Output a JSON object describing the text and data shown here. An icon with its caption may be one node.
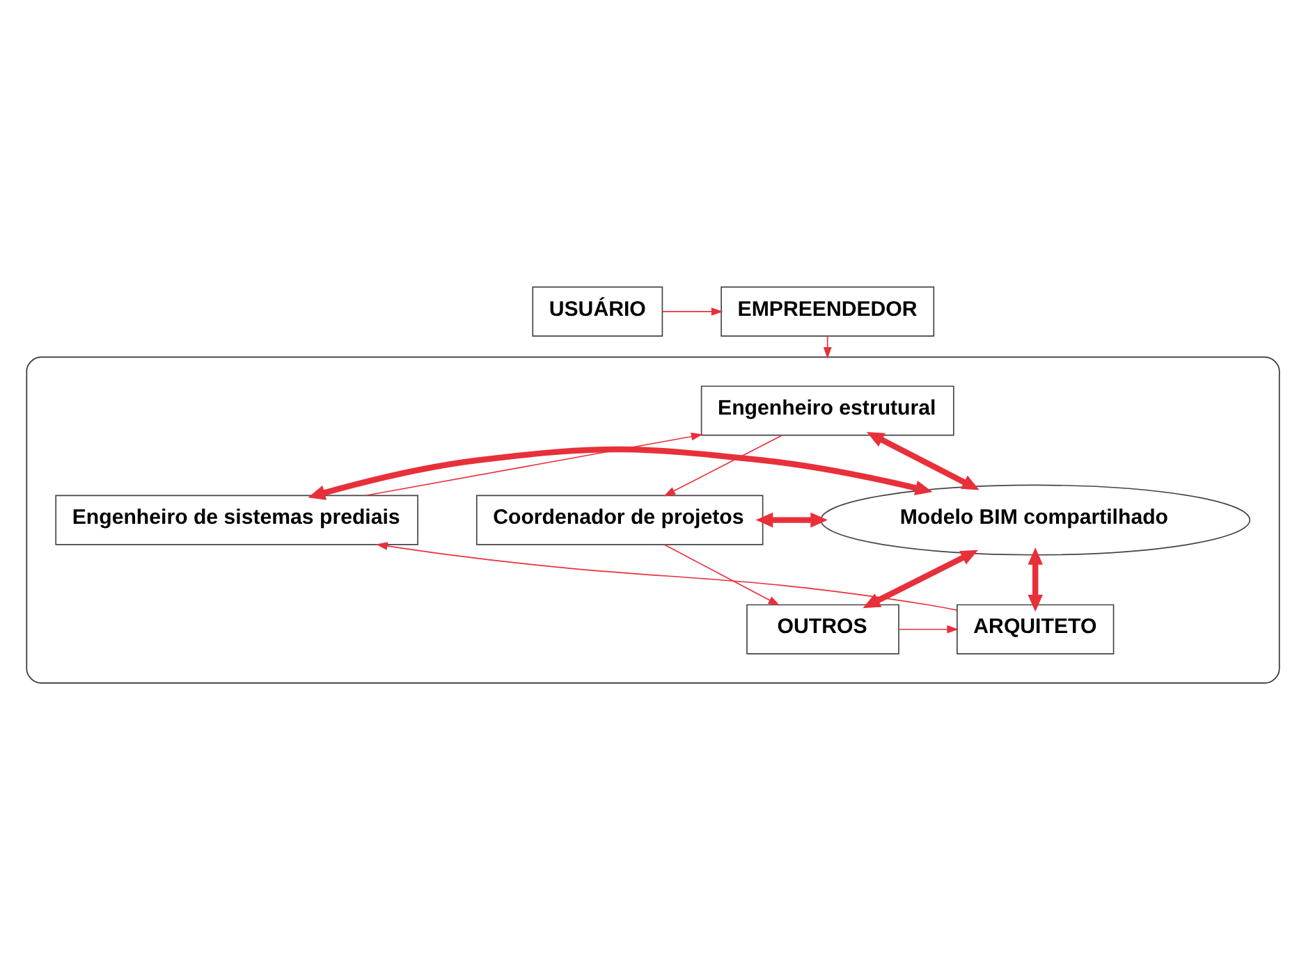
{
  "diagram": {
    "nodes": [
      {
        "text": [
          "USUÁRIO"
        ]
      },
      {
        "text": [
          "EMPREENDEDOR"
        ]
      },
      {
        "text": [],
        "shape": "box"
      },
      {
        "text": [
          "Engenheiro estrutural"
        ],
        "in": 2
      },
      {
        "text": [
          "Engenheiro de sistemas prediais"
        ],
        "in": 2
      },
      {
        "text": [
          "Modelo BIM compartilhado"
        ],
        "in": 2
      },
      {
        "text": [
          "Coordenador de projetos"
        ],
        "in": 2
      },
      {
        "text": [
          "ARQUITETO"
        ],
        "in": 2
      },
      {
        "text": [
          "OUTROS"
        ],
        "in": 2
      }
    ],
    "edges": [
      {
        "from": 0,
        "to": 1,
        "arrow": "to"
      },
      {
        "from": 1,
        "to": 2,
        "arrow": "to"
      },
      {
        "from": 3,
        "to": 6,
        "arrow": "to"
      },
      {
        "from": 6,
        "to": 8,
        "arrow": "to"
      },
      {
        "from": 8,
        "to": 7,
        "arrow": "to"
      },
      {
        "from": 7,
        "to": 4,
        "arrow": "to"
      },
      {
        "from": 4,
        "to": 3,
        "arrow": "to"
      },
      {
        "from": 3,
        "to": 5,
        "arrow": "both",
        "style": "thick"
      },
      {
        "from": 4,
        "to": 5,
        "arrow": "both",
        "style": "thick"
      },
      {
        "from": 5,
        "to": 6,
        "arrow": "both",
        "style": "thick"
      },
      {
        "from": 5,
        "to": 7,
        "arrow": "both",
        "style": "thick"
      },
      {
        "from": 5,
        "to": 8,
        "arrow": "both",
        "style": "thick"
      }
    ]
  }
}
